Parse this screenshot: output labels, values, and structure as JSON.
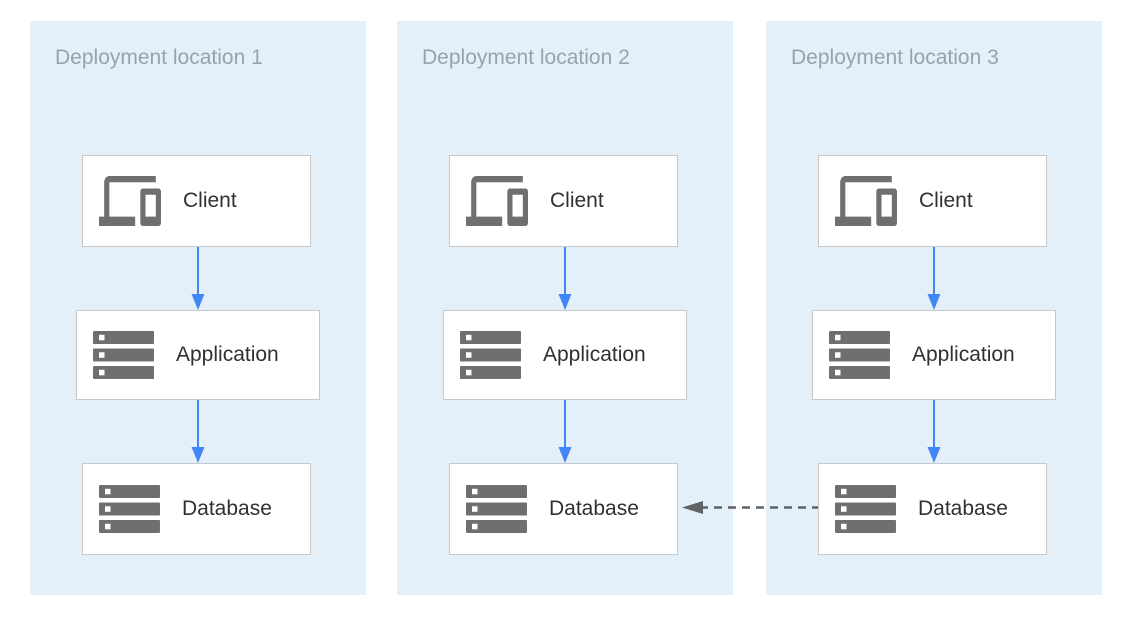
{
  "diagram": {
    "locations": [
      {
        "title": "Deployment location 1",
        "nodes": [
          {
            "label": "Client",
            "icon": "devices-icon"
          },
          {
            "label": "Application",
            "icon": "server-stack-icon"
          },
          {
            "label": "Database",
            "icon": "server-stack-icon"
          }
        ]
      },
      {
        "title": "Deployment location 2",
        "nodes": [
          {
            "label": "Client",
            "icon": "devices-icon"
          },
          {
            "label": "Application",
            "icon": "server-stack-icon"
          },
          {
            "label": "Database",
            "icon": "server-stack-icon"
          }
        ]
      },
      {
        "title": "Deployment location 3",
        "nodes": [
          {
            "label": "Client",
            "icon": "devices-icon"
          },
          {
            "label": "Application",
            "icon": "server-stack-icon"
          },
          {
            "label": "Database",
            "icon": "server-stack-icon"
          }
        ]
      }
    ],
    "edges": {
      "flow_per_location": "Client -> Application -> Database",
      "flow_style": "solid blue arrow, downward",
      "replication": {
        "from": "Deployment location 3 / Database",
        "to": "Deployment location 2 / Database",
        "style": "dashed gray arrow, pointing left"
      }
    },
    "colors": {
      "panel_bg": "#e4f0f9",
      "box_bg": "#ffffff",
      "box_border": "#c8c8c8",
      "icon_gray": "#6f6f6f",
      "title_gray": "#99a2aa",
      "label_dark": "#2e3134",
      "arrow_blue": "#4285f4",
      "arrow_gray": "#5f6368"
    }
  }
}
